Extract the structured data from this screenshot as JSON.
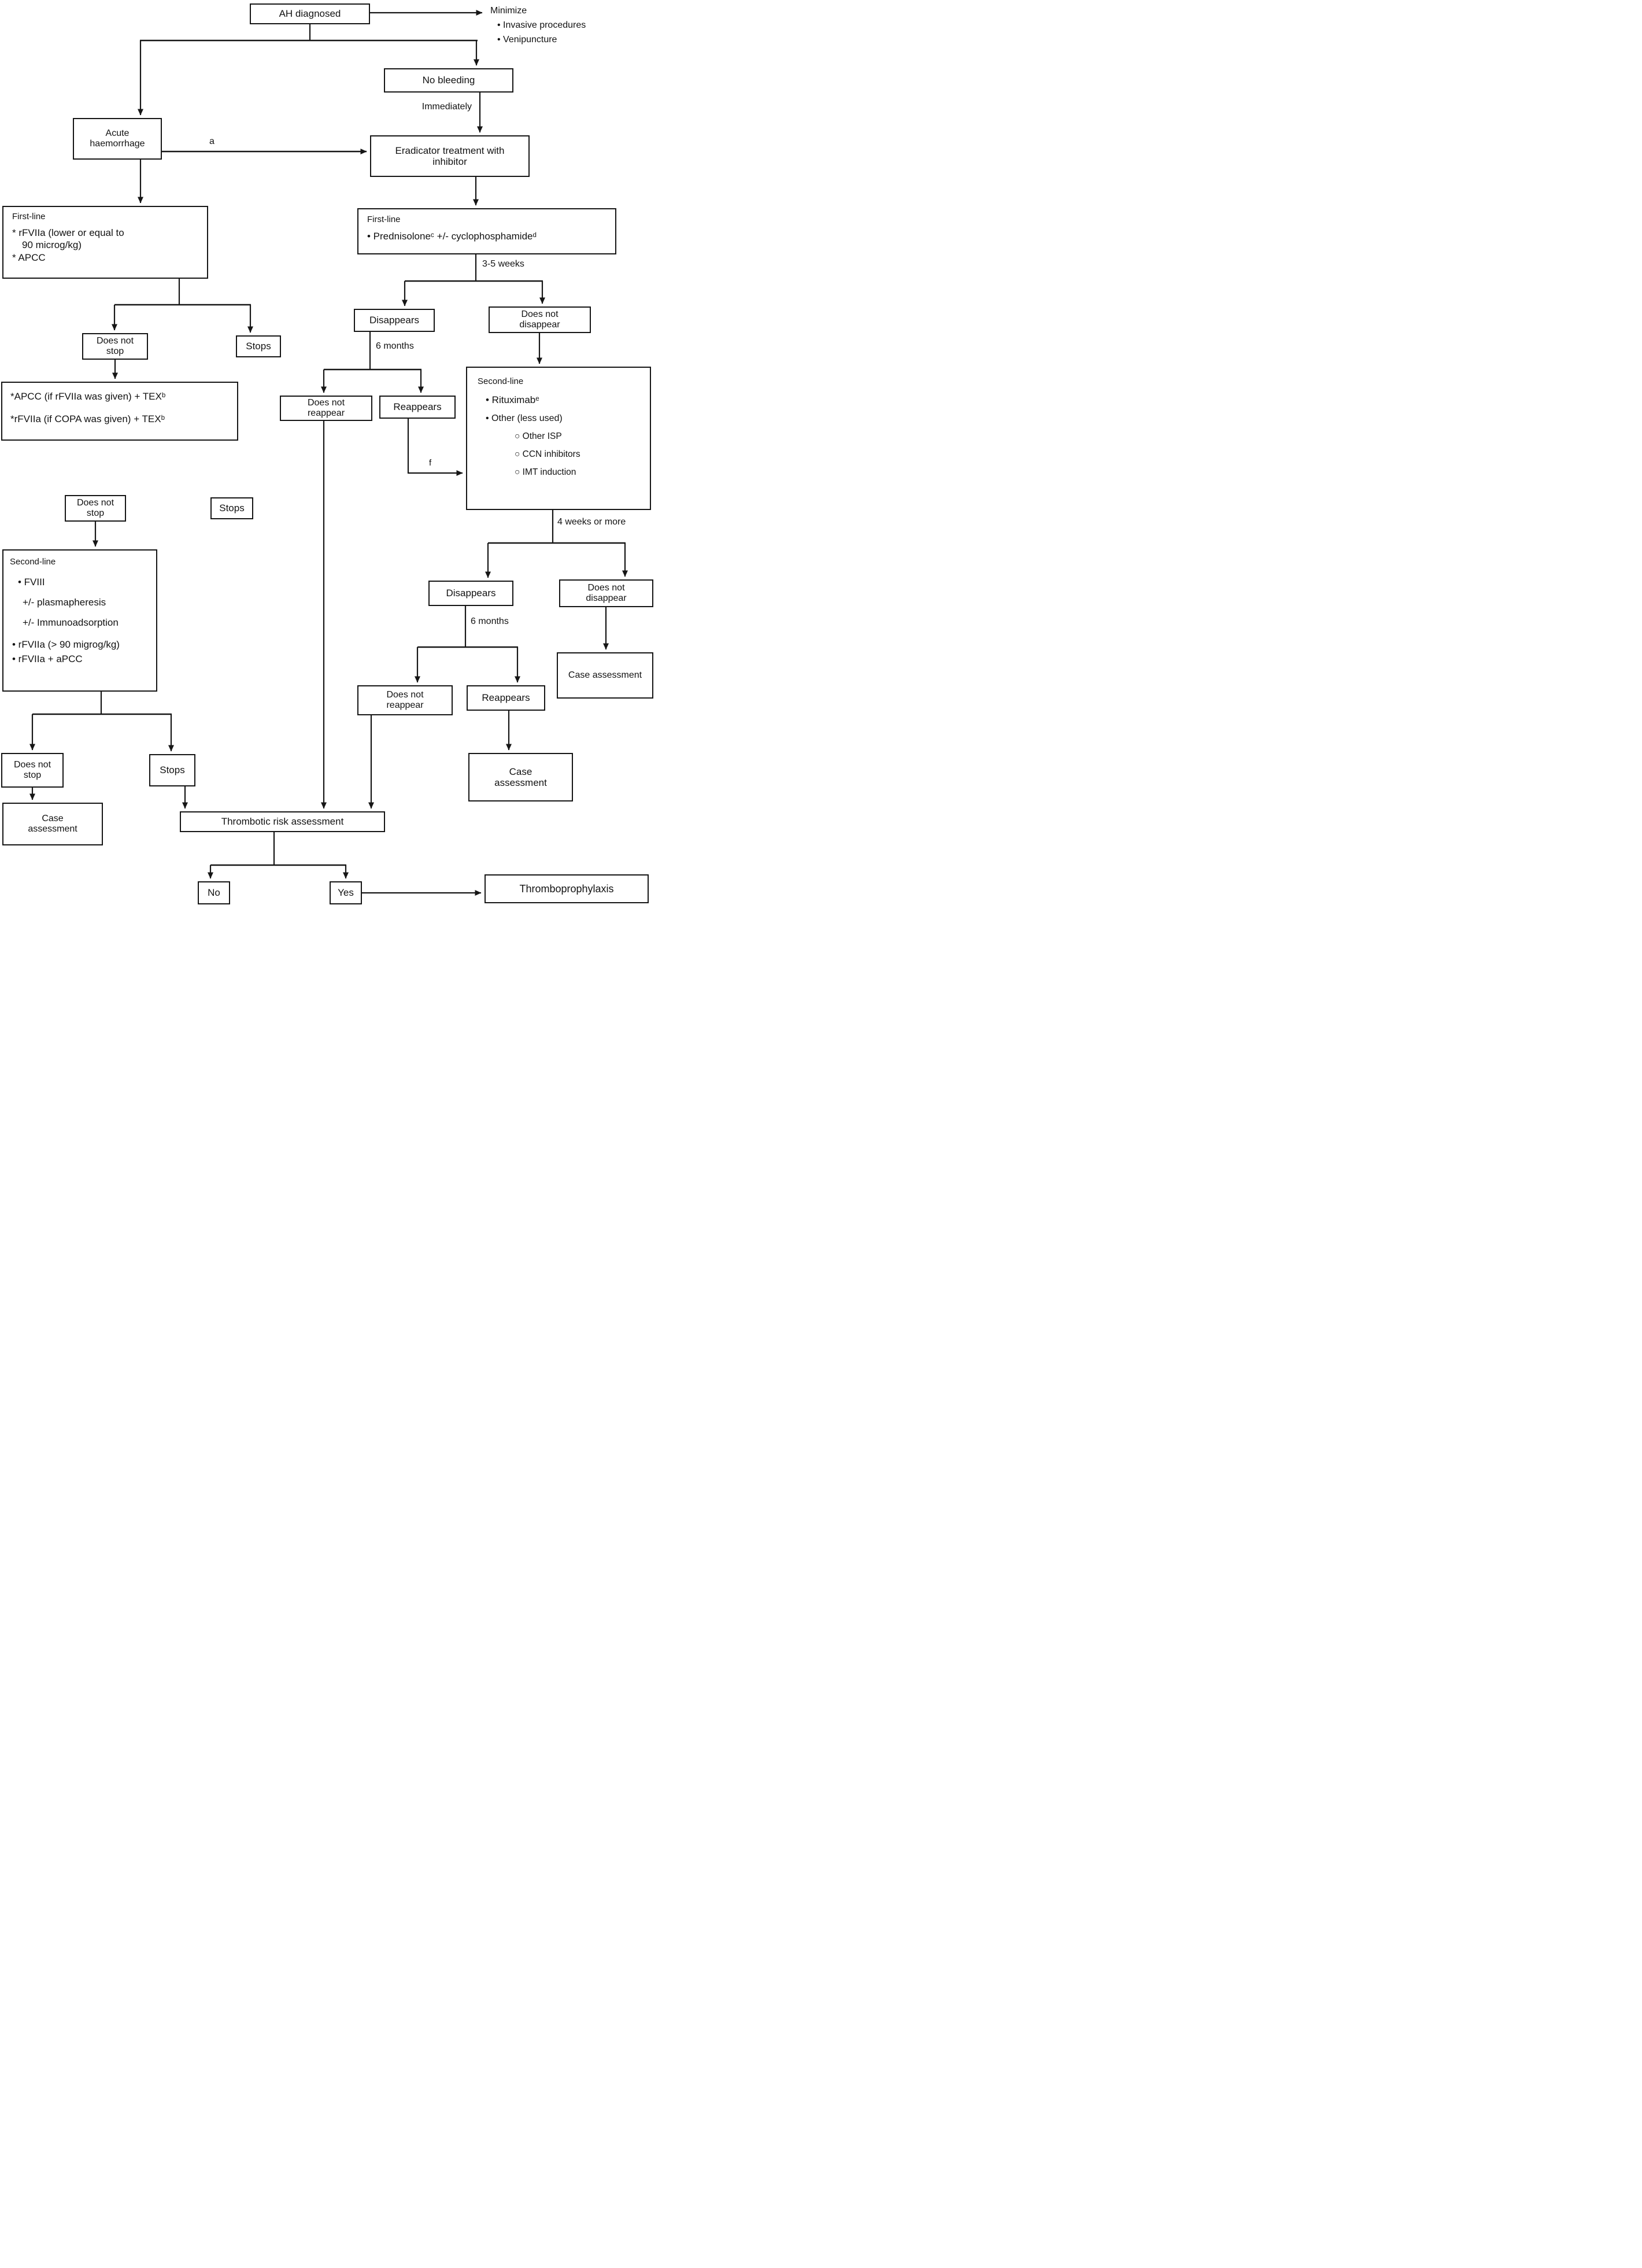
{
  "nodes": {
    "ah": "AH diagnosed",
    "no_bleeding": "No bleeding",
    "acute": {
      "l1": "Acute",
      "l2": "haemorrhage"
    },
    "eradicator": {
      "l1": "Eradicator treatment with",
      "l2": "inhibitor"
    },
    "fl_acute": {
      "header": "First-line",
      "i1a": "* rFVIIa (lower or equal to",
      "i1b": "90 microg/kg)",
      "i2": "* APCC"
    },
    "fl_erad": {
      "header": "First-line",
      "i1": "• Prednisoloneᶜ +/- cyclophosphamideᵈ"
    },
    "dns1": {
      "l1": "Does not",
      "l2": "stop"
    },
    "stops1": "Stops",
    "disappears1": "Disappears",
    "dnd1": {
      "l1": "Does not",
      "l2": "disappear"
    },
    "dnr1": {
      "l1": "Does not",
      "l2": "reappear"
    },
    "reappears1": "Reappears",
    "sl_erad": {
      "header": "Second-line",
      "i1": "• Rituximabᵉ",
      "i2": "• Other (less used)",
      "s1": "○  Other ISP",
      "s2": "○  CCN inhibitors",
      "s3": "○  IMT induction"
    },
    "bypass": {
      "l1": "*APCC (if rFVIIa was given) + TEXᵇ",
      "l2": "*rFVIIa (if COPA was given) + TEXᵇ"
    },
    "dns2": {
      "l1": "Does not",
      "l2": "stop"
    },
    "stops2": "Stops",
    "sl_haemo": {
      "header": "Second-line",
      "i1": "• FVIII",
      "i2": "+/- plasmapheresis",
      "i3": "+/- Immunoadsorption",
      "i4": "• rFVIIa (> 90 migrog/kg)",
      "i5": "• rFVIIa + aPCC"
    },
    "disappears2": "Disappears",
    "dnd2": {
      "l1": "Does not",
      "l2": "disappear"
    },
    "dnr2": {
      "l1": "Does not",
      "l2": "reappear"
    },
    "reappears2": "Reappears",
    "case_right": "Case assessment",
    "case_mid": {
      "l1": "Case",
      "l2": "assessment"
    },
    "dns3": {
      "l1": "Does not",
      "l2": "stop"
    },
    "stops3": "Stops",
    "case_left": {
      "l1": "Case",
      "l2": "assessment"
    },
    "thrombotic": "Thrombotic risk assessment",
    "no": "No",
    "yes": "Yes",
    "thromboprophylaxis": "Thromboprophylaxis"
  },
  "labels": {
    "minimize_title": "Minimize",
    "minimize_i1": "• Invasive procedures",
    "minimize_i2": "• Venipuncture",
    "immediately": "Immediately",
    "a": "a",
    "w35": "3-5 weeks",
    "m6a": "6 months",
    "f": "f",
    "w4": "4 weeks or more",
    "m6b": "6 months"
  }
}
